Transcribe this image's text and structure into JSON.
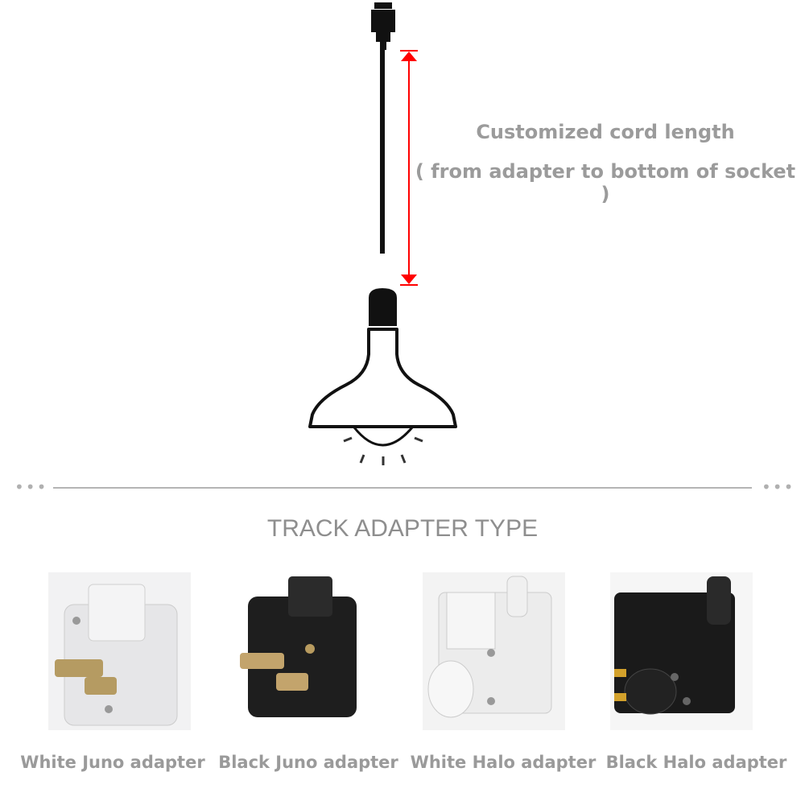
{
  "cord_label": {
    "line1": "Customized cord length",
    "line2": "( from adapter to bottom of socket )"
  },
  "section_title": "TRACK ADAPTER TYPE",
  "adapters": [
    {
      "label": "White Juno adapter",
      "body_color": "#e9e9ea"
    },
    {
      "label": "Black Juno adapter",
      "body_color": "#1e1e1e"
    },
    {
      "label": "White Halo adapter",
      "body_color": "#ececec"
    },
    {
      "label": "Black Halo adapter",
      "body_color": "#1a1a1a"
    }
  ],
  "colors": {
    "dimension_arrow": "#ff0000",
    "text_gray": "#9b9b9b"
  }
}
